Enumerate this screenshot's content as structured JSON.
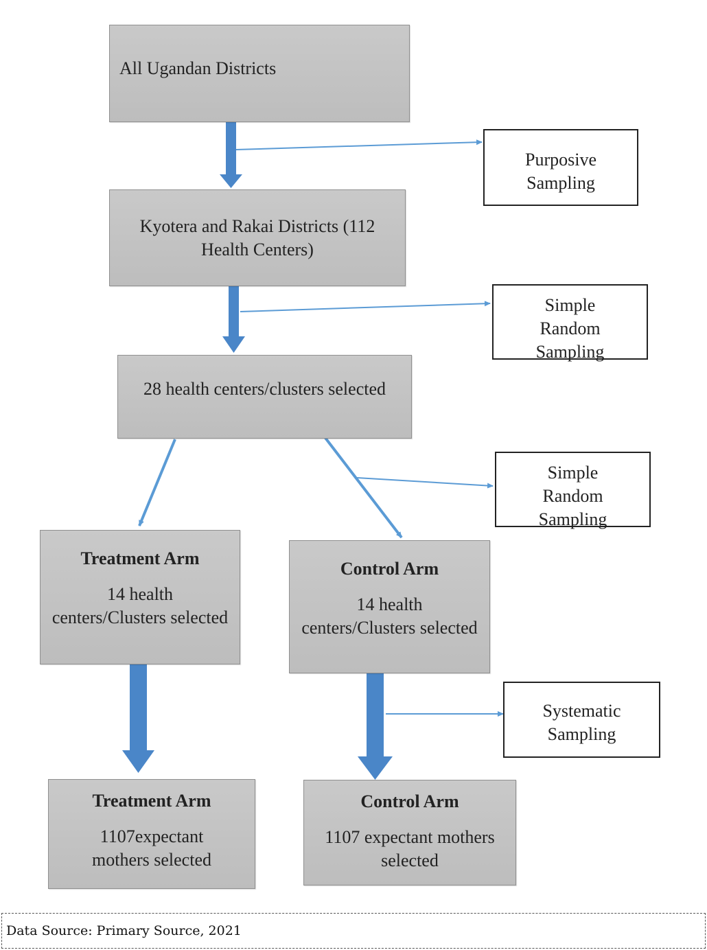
{
  "boxes": {
    "all_districts": "All Ugandan Districts",
    "kyotera_rakai": "Kyotera and Rakai Districts (112 Health Centers)",
    "clusters_selected": "28 health centers/clusters selected",
    "treatment_arm_centers": {
      "title": "Treatment Arm",
      "text": "14 health centers/Clusters selected"
    },
    "control_arm_centers": {
      "title": "Control Arm",
      "text": "14 health centers/Clusters selected"
    },
    "treatment_arm_mothers": {
      "title": "Treatment Arm",
      "text": "1107expectant mothers selected"
    },
    "control_arm_mothers": {
      "title": "Control Arm",
      "text": "1107 expectant mothers selected"
    }
  },
  "methods": {
    "purposive": "Purposive Sampling",
    "simple_random_1": "Simple Random Sampling",
    "simple_random_2": "Simple Random Sampling",
    "systematic": "Systematic Sampling"
  },
  "source_note": "Data Source: Primary Source, 2021",
  "colors": {
    "arrow": "#5b9bd5",
    "thick_arrow": "#4a86c8",
    "box_fill": "#c4c4c4"
  }
}
